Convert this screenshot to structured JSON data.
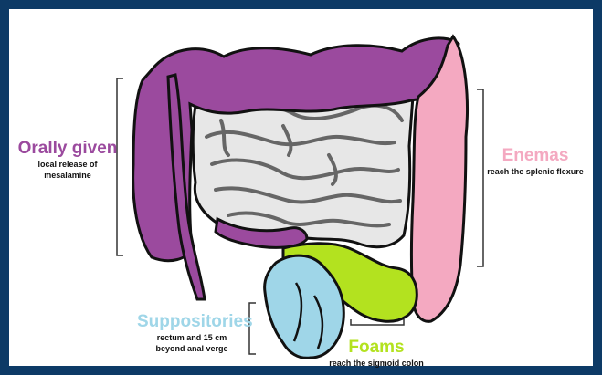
{
  "colors": {
    "border": "#0d3a66",
    "oral": "#9b4a9e",
    "enema": "#f4a9c1",
    "foam": "#b3e21f",
    "suppository": "#9fd6e8",
    "small_intestine": "#e7e7e7",
    "outline": "#111111"
  },
  "labels": {
    "oral": {
      "title": "Orally given",
      "line1": "local release of",
      "line2": "mesalamine"
    },
    "enemas": {
      "title": "Enemas",
      "line1": "reach the splenic flexure"
    },
    "suppositories": {
      "title": "Suppositories",
      "line1": "rectum and 15 cm",
      "line2": "beyond anal verge"
    },
    "foams": {
      "title": "Foams",
      "line1": "reach the sigmoid colon"
    }
  }
}
